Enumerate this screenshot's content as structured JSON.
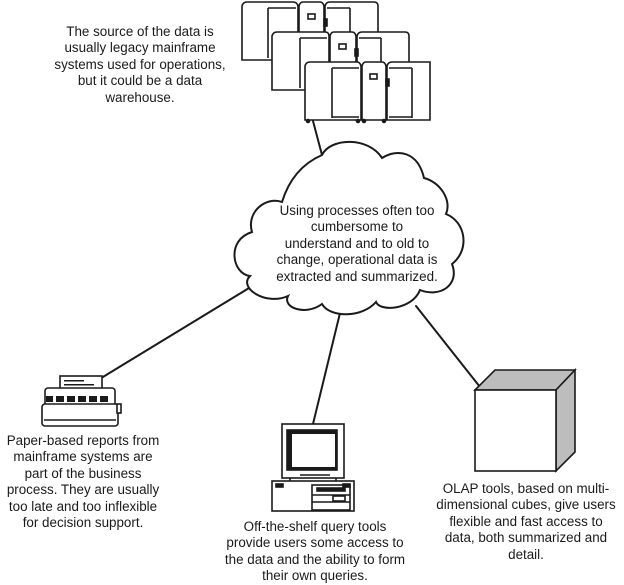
{
  "diagram": {
    "nodes": {
      "source": {
        "icon": "mainframe-servers-icon",
        "caption": "The source of the data is\nusually legacy mainframe\nsystems used for operations,\nbut it could be a data\nwarehouse."
      },
      "process": {
        "icon": "cloud-icon",
        "caption": "Using processes often too\ncumbersome to\nunderstand and to old to\nchange, operational data is\nextracted and summarized."
      },
      "reports": {
        "icon": "printer-icon",
        "caption": "Paper-based reports from\nmainframe systems are\npart of the business\nprocess.  They are usually\ntoo late and too inflexible\nfor decision support."
      },
      "query": {
        "icon": "desktop-computer-icon",
        "caption": "Off-the-shelf query tools\nprovide users some access to\nthe data and the ability to form\ntheir own queries."
      },
      "olap": {
        "icon": "cube-icon",
        "caption": "OLAP tools, based on multi-\ndimensional cubes, give users\nflexible and fast access to\ndata, both summarized and\ndetail."
      }
    },
    "edges": [
      {
        "from": "source",
        "to": "process"
      },
      {
        "from": "process",
        "to": "reports"
      },
      {
        "from": "process",
        "to": "query"
      },
      {
        "from": "process",
        "to": "olap"
      }
    ],
    "colors": {
      "stroke": "#1a1a1a",
      "cube_shade": "#bdbdbd",
      "background": "#ffffff"
    }
  }
}
